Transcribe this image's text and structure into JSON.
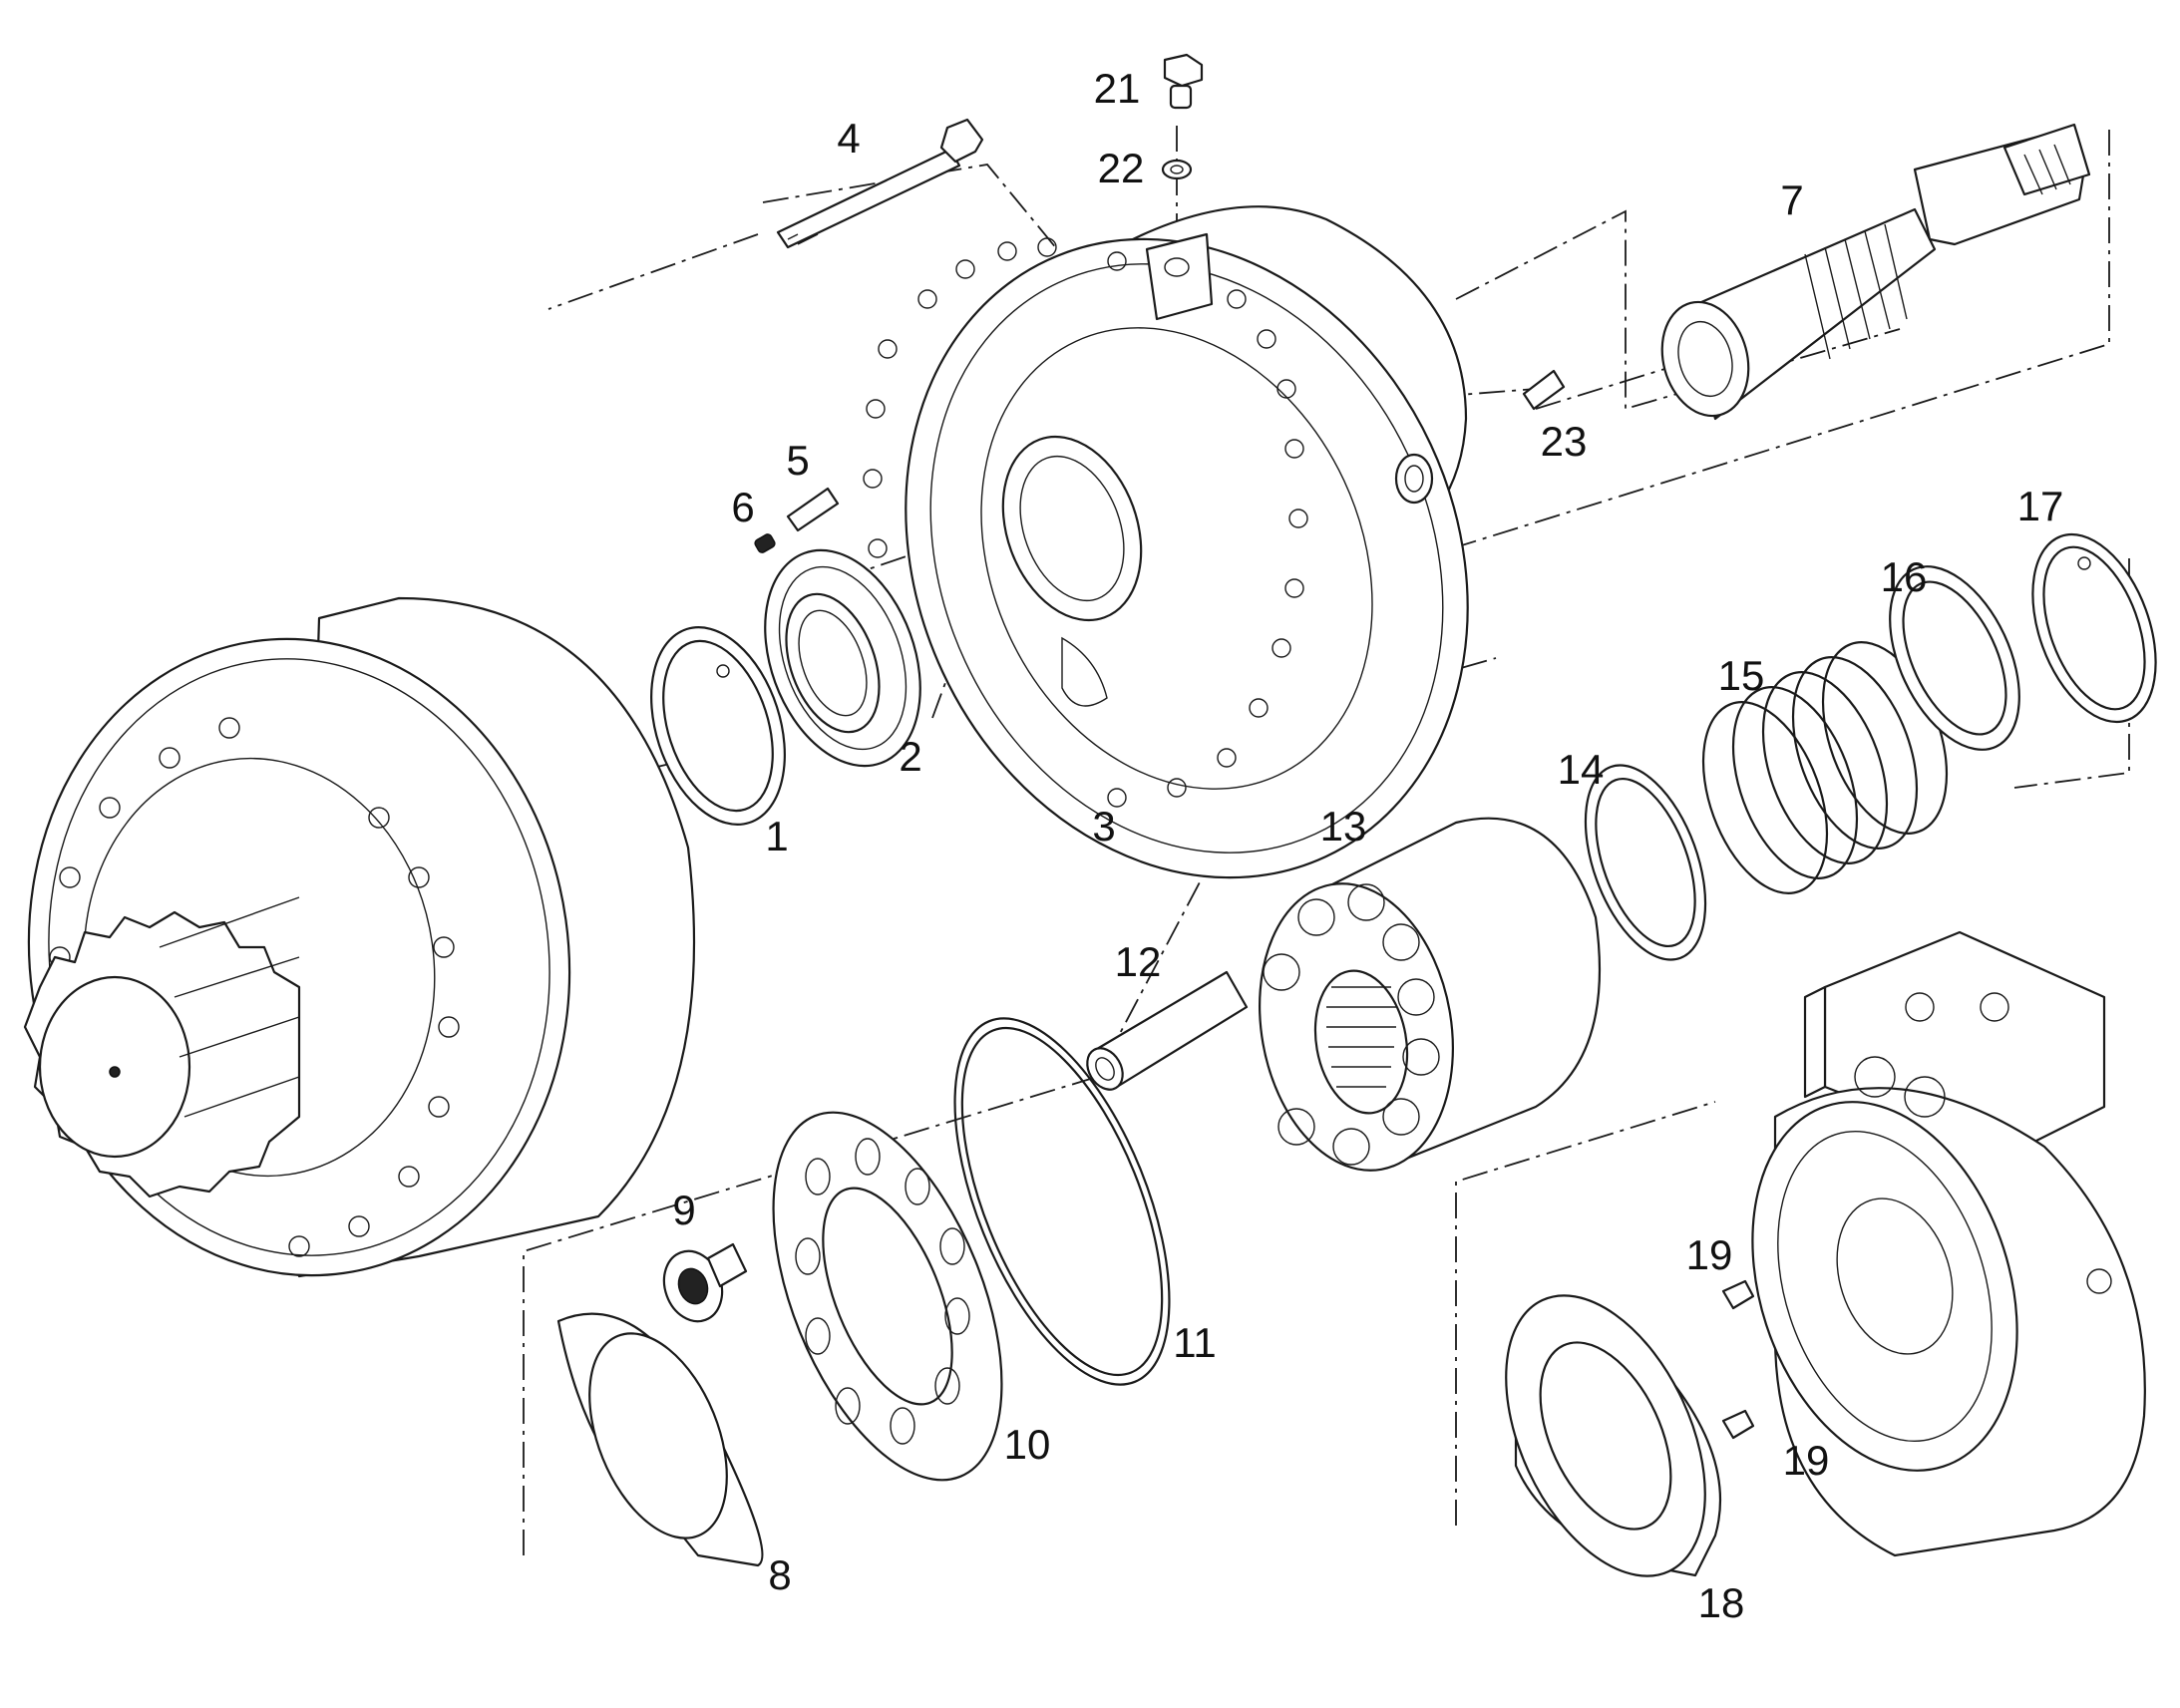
{
  "part_numbers": {
    "p1": "1",
    "p2": "2",
    "p3": "3",
    "p4": "4",
    "p5": "5",
    "p6": "6",
    "p7": "7",
    "p8": "8",
    "p9": "9",
    "p10": "10",
    "p11": "11",
    "p12": "12",
    "p13": "13",
    "p14": "14",
    "p15": "15",
    "p16": "16",
    "p17": "17",
    "p18": "18",
    "p19a": "19",
    "p19b": "19",
    "p21": "21",
    "p22": "22",
    "p23": "23"
  },
  "colors": {
    "line": "#1a1a1a",
    "background": "#ffffff"
  }
}
